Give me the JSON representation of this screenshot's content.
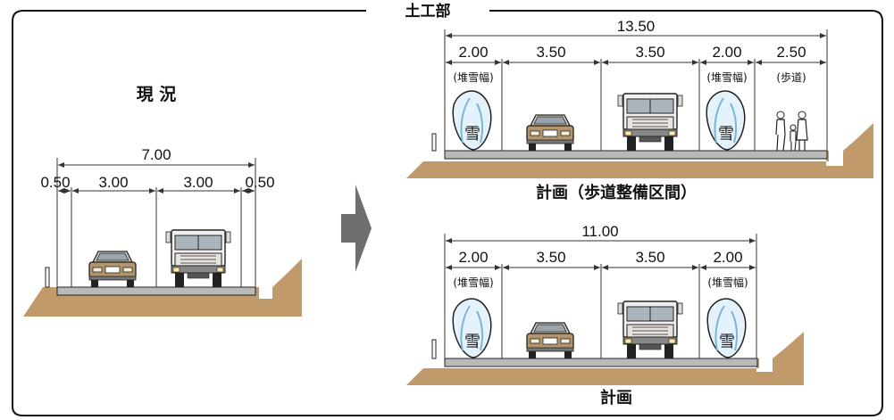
{
  "frame_title": "土工部",
  "current": {
    "title": "現 況",
    "total": "7.00",
    "segments": [
      "0.50",
      "3.00",
      "3.00",
      "0.50"
    ]
  },
  "plan_sidewalk": {
    "title": "計画（歩道整備区間）",
    "total": "13.50",
    "segments": [
      "2.00",
      "3.50",
      "3.50",
      "2.00",
      "2.50"
    ],
    "sublabels": [
      "(堆雪幅)",
      "(堆雪幅)",
      "(歩道)"
    ]
  },
  "plan": {
    "title": "計画",
    "total": "11.00",
    "segments": [
      "2.00",
      "3.50",
      "3.50",
      "2.00"
    ],
    "sublabels": [
      "(堆雪幅)",
      "(堆雪幅)"
    ]
  },
  "snow_label": "雪",
  "colors": {
    "earth": "#c09a6b",
    "pavement": "#b9b9b9",
    "snow_fill": "#e4f2fb",
    "arrow": "#6f6f6f",
    "car_body": "#b3956b",
    "truck_body": "#f2f0ee"
  }
}
